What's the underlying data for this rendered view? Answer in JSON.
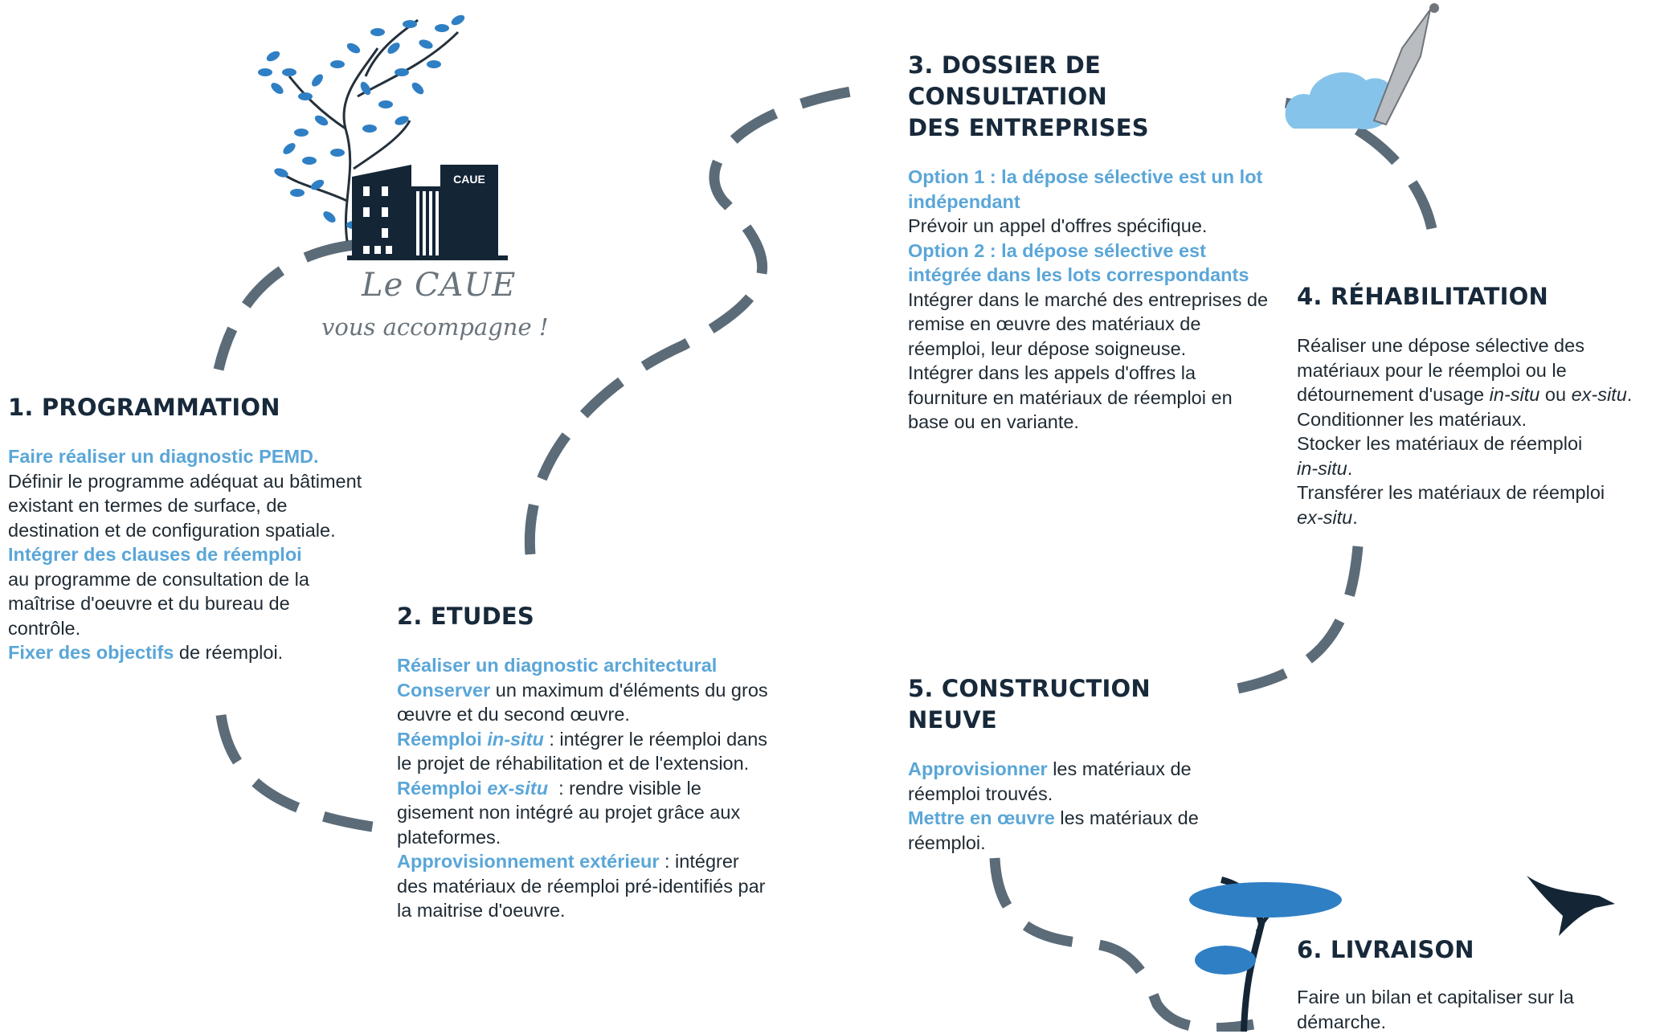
{
  "logo": {
    "building_sign": "CAUE",
    "line1": "Le CAUE",
    "line2": "vous accompagne !"
  },
  "steps": {
    "s1": {
      "title": "1. PROGRAMMATION",
      "p1_hl": "Faire réaliser un diagnostic PEMD.",
      "p2": "Définir le programme adéquat au bâtiment existant en termes de surface, de destination et de configuration spatiale.",
      "p3_hl": "Intégrer des clauses de réemploi",
      "p3": "au programme de consultation de la maîtrise d'oeuvre et du bureau de contrôle.",
      "p4_hl": "Fixer des objectifs",
      "p4": "de réemploi."
    },
    "s2": {
      "title": "2. ETUDES",
      "p1_hl": "Réaliser un diagnostic architectural",
      "p2_hl": "Conserver",
      "p2": "un maximum d'éléments du gros œuvre et du second œuvre.",
      "p3_hl": "Réemploi",
      "p3_hl_it": "in-situ",
      "p3": ": intégrer le réemploi dans le projet de réhabilitation et de l'extension.",
      "p4_hl": "Réemploi",
      "p4_hl_it": "ex-situ",
      "p4": ": rendre visible le gisement non intégré au projet grâce aux plateformes.",
      "p5_hl": "Approvisionnement extérieur",
      "p5": ": intégrer des matériaux de réemploi pré-identifiés par la maitrise d'oeuvre."
    },
    "s3": {
      "title_l1": "3. DOSSIER DE CONSULTATION",
      "title_l2": "DES ENTREPRISES",
      "p1_hl": "Option 1 : la dépose sélective est un lot indépendant",
      "p2": "Prévoir un appel d'offres spécifique.",
      "p3_hl": "Option 2 : la dépose sélective est intégrée dans les lots correspondants",
      "p4": "Intégrer dans le marché des entreprises de remise en œuvre des matériaux de réemploi, leur dépose soigneuse.",
      "p5": "Intégrer dans les appels d'offres la fourniture en matériaux de réemploi en base ou en variante."
    },
    "s4": {
      "title": "4. RÉHABILITATION",
      "p1a": "Réaliser une dépose sélective des matériaux pour le réemploi ou le détournement d'usage",
      "p1_it1": "in-situ",
      "p1_or": "ou",
      "p1_it2": "ex-situ",
      "p1_end": ".",
      "p2": "Conditionner les matériaux.",
      "p3a": "Stocker les matériaux de réemploi",
      "p3_it": "in-situ",
      "p3_end": ".",
      "p4a": "Transférer les matériaux de réemploi",
      "p4_it": "ex-situ",
      "p4_end": "."
    },
    "s5": {
      "title": "5. CONSTRUCTION NEUVE",
      "p1_hl": "Approvisionner",
      "p1": "les matériaux de réemploi trouvés.",
      "p2_hl": "Mettre en œuvre",
      "p2": "les matériaux de réemploi."
    },
    "s6": {
      "title": "6. LIVRAISON",
      "p1": "Faire un bilan et capitaliser sur la démarche."
    }
  },
  "colors": {
    "path": "#5b6b78",
    "title": "#17293a",
    "highlight": "#5aa6d8",
    "foliage": "#2f7fc4",
    "building": "#142536"
  }
}
